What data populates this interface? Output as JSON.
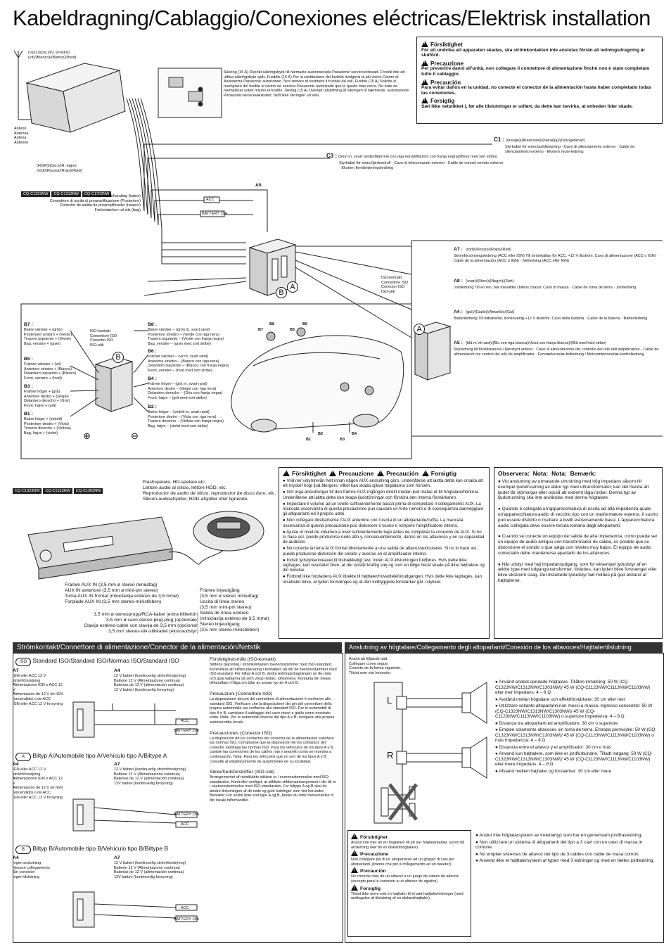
{
  "page": {
    "title": "Kabeldragning/Cablaggio/Conexiones eléctricas/Elektrisk installation"
  },
  "top_warning": {
    "items": [
      {
        "heading": "Försiktighet",
        "text": "För att undvika att apparaten skadas, ska strömkontakten inte anslutas förrän all ledningsdragning är slutförd."
      },
      {
        "heading": "Precauzione",
        "text": "Per prevenire danni all'unità, non collegare il connettore di alimentazione finché non è stato completato tutto il cablaggio."
      },
      {
        "heading": "Precaución",
        "text": "Para evitar daños en la unidad, no conecte el conector de la alimentación hasta haber completado todas las conexiones."
      },
      {
        "heading": "Forsigtig",
        "text": "Sæt ikke netstikket i, før alle tilslutninger er udført, da dette kan bevirke, at enheden lider skade."
      }
    ]
  },
  "main_diagram": {
    "antenna_labels": [
      "Antenn",
      "Antenna",
      "Antena",
      "Antenne"
    ],
    "top_wire_label": "(V)/(L)/(izq.)/(V, venstre) (vit)/(Bianco)/(Blanco)/(hvid)",
    "right_wire_label": "(H)/(R)/(Der.)/(H, højre) (röd)/(Rosso)/(Rojo)/(Rød)",
    "models": [
      "CQ-C1323NW",
      "CQ-C1313NW",
      "CQ-C1303NW"
    ],
    "preamp_lines": [
      "Förförstärkaruttag (bakre)",
      "Connettore di uscita di preamplificazione (Posteriore)",
      "Conector de salida de preamplificador (trasero)",
      "Forforstærker-ud stik (bag)"
    ],
    "fuse_text": "Säkring (15 A) Överlåt säkringsbyte till närmaste auktoriserade Panasonic serviceverkstad. Försök inte att utföra säkringsbyte själv. Fusibile (15 A) Per la sostituzione del fusibile rivolgersi al più vicino Centro di Assistenza Panasonic autorizzato. Non tentare di sostituire il fusibile da soli. Fusible (15 A) Solicite el reemplazo del fusible al centro de servicio Panasonic autorizado que le quede más cerca. No trate de reemplazar usted mismo el fusible. Sikring (15 A) Overlad udskiftning af sikringen til nærmeste, autoriserede Panasonic-serviceværksted. Skift ikke sikringen ud selv.",
    "c3_label": "C3 :",
    "c3_color": "(brun m. svart rand)/(Marrone con riga nera)/(Marrón con franja negra)/(Brun med sort stribe)",
    "c3_text": "Styrkabel för extra fjärrkontroll · Cavo di telecomando esterno · Cable de control remoto externo · Ekstern fjernbetjeningsledning",
    "c1_label": "C1 :",
    "c1_color": "(orange)/(Arancione)/(Naranja)/(Orangefarvet)",
    "c1_text": "Styrkabel för extra ljuddämpning · Cavo di silenziamento esterno · Cable de silenciamiento externo · Ekstern mute-ledning",
    "a5_label": "A5",
    "acc_label": "ACC",
    "battery_label": "BATTERY 15A",
    "iso_lines": [
      "ISO-kontakt",
      "Connettore ISO",
      "Conector ISO",
      "ISO-stik"
    ],
    "a7_label": "A7 :",
    "a7_color": "(röd)/(Rosso)/(Rojo)/(Rød)",
    "a7_text": "Strömförsörjningsledning (ACC eller IGN) Till strömkällan för ACC, +12 V likström. Cavo di alimentazione (ACC o IGN) · Cable de la alimentación (ACC o IGN) · Netledning (ACC eller IGN)",
    "a8_label": "A8 :",
    "a8_color": "(svart)/(Nero)/(Negro)/(Sort)",
    "a8_text": "Jordledning Till en ren, bar metalldel i bilens chassi. Cavo di massa · Cable de toma de tierra · Jordledning",
    "a4_label": "A4 :",
    "a4_color": "(gul)/(Giallo)/(Amarillo)/(Gul)",
    "a4_text": "Batteriledning Till bilbatteriet, kontinuerlig +12 V likström. Cavo della batteria · Cable de la batería · Batteriledning",
    "a5r_label": "A5 :",
    "a5r_color": "(blå m vit rand)/(Blu con riga bianca)/(Azul con franja blanca)/(Blå med hvid stribe)",
    "a5r_text": "Styrledning till förstärkarrelä / fjärrstyrd antenn · Cavo di alimentazione del controllo del relè dell'amplificatore · Cable de alimentación de control del relé de amplificador · Forstærkerrelæ-fedledning / Motorantennerelæ-kontrolledning",
    "a_left_label": "A",
    "b_label": "B",
    "b_side_labels": [
      {
        "code": "B7 :",
        "lines": [
          "Bakre vänster + (grön)",
          "Posteriore sinistro + (Verde)",
          "Trasero izquierdo + (Verde)",
          "Bag, venstre + (grøn)"
        ]
      },
      {
        "code": "B5 :",
        "lines": [
          "Främre vänster + (vit)",
          "Anteriore sinistro + (Bianco)",
          "Delantero izquierdo + (Blanco)",
          "Front, venstre + (hvid)"
        ]
      },
      {
        "code": "B3 :",
        "lines": [
          "Främre höger + (grå)",
          "Anteriore destro + (Grigio)",
          "Delantero derecho + (Gris)",
          "Front, højre + (grå)"
        ]
      },
      {
        "code": "B1 :",
        "lines": [
          "Bakre höger + (violett)",
          "Posteriore destro + (Viola)",
          "Trasero derecho + (Violeta)",
          "Bag, højre + (violet)"
        ]
      }
    ],
    "b_side_labels_right": [
      {
        "code": "B8 :",
        "lines": [
          "Bakre vänster – (grön m. svart rand)",
          "Posteriore sinistro – (Verde con riga nera)",
          "Trasero izquierdo – (Verde con franja negra)",
          "Bag, venstre – (grøn med sort stribe)"
        ]
      },
      {
        "code": "B6 :",
        "lines": [
          "Främre vänster – (vit m. svart rand)",
          "Anteriore sinistro – (Bianco con riga nera)",
          "Delantero izquierdo – (Blanco con franja negra)",
          "Front, venstre – (hvid med sort stribe)"
        ]
      },
      {
        "code": "B4 :",
        "lines": [
          "Främre höger – (grå m. svart rand)",
          "Anteriore destro – (Grigio con riga nera)",
          "Delantero derecho – (Gris con franja negra)",
          "Front, højre – (grå med sort stribe)"
        ]
      },
      {
        "code": "B2 :",
        "lines": [
          "Bakre höger – (violett m. svart rand)",
          "Posteriore destro – (Viola con riga nera)",
          "Trasero derecho – (Violeta con franja negra)",
          "Bag, højre – (violet med sort stribe)"
        ]
      }
    ],
    "car_speaker_labels": [
      "B7",
      "B8",
      "B5",
      "B6",
      "B1",
      "B2",
      "B3",
      "B4"
    ],
    "plus_symbol": "⊕",
    "minus_symbol": "⊖"
  },
  "aux_section": {
    "models": [
      "CQ-C1323NW",
      "CQ-C1313NW",
      "CQ-C1303NW"
    ],
    "player_lines": [
      "Flashspelare, HD-spelare etc.",
      "Lettore audio al silicio, lettore HDD, etc.",
      "Reproductor de audio de silicio, reproductor de disco duro, etc.",
      "Silicon-audioafspiller, HDD-afspiller eller lignende."
    ],
    "aux_in_lines": [
      "Främre AUX IN (3,5 mm ø stereo miniuttag)",
      "AUX IN anteriore (3,5 mm ø mini-pin stereo)",
      "Toma AUX IN frontal (miniclavija estéreo de 3,5 mmø)",
      "Forplade AUX IN (3,5 mm stereo-ministikben)"
    ],
    "jack_lines": [
      "Främre linjeutgång",
      "(3,5 mm ø stereo miniuttag)",
      "Uscita di linea stereo",
      "(3,5 mm mini-pin stereo)",
      "Salida de línea estéreo",
      "(miniclavija estéreo de 3,5 mmø)",
      "Stereo linjeudgang",
      "(3,5 mm stereo-ministikben)"
    ],
    "cable_lines": [
      "3,5 mm ø stereopropp/RCA-kabel (extra tillbehör)",
      "3,5 mm ø cavo stereo plug-plug (opzionale)",
      "Clavija estéreo-cable con clavija de 3,5 mm (opcional)",
      "3,5 mm stereo-stik-stikkabel (ekstraudstyr)"
    ]
  },
  "aux_warnings": {
    "headings": [
      "Försiktighet",
      "Precauzione",
      "Precaución",
      "Forsigtig"
    ],
    "bullets": [
      "Vrid ner volymnivån helt innan någon AUX-anslutning görs. Underlåtelse att iaktta detta kan orsaka att ett mycket högt ljud återgers, vilket kan skada själva högtalarna som hörseln.",
      "Gör inga anslutningar till den främre AUX-ingången direkt medan ljud matas ut till högtalare/hörlurar. Underlåtelse att iaktta detta kan skapa ljudstörningar och förstöra den interna förstärkaren.",
      "Impostare il volume ad un livello sufficientemente basso prima di completare il collegamento AUX. La mancata osservanza di questa precauzione può causare un forte rumore e di conseguenza danneggiare gli altoparlanti ed il proprio udito.",
      "Non collegare direttamente l'AUX anteriore con l'uscita di un altoparlante/cuffia. La mancata osservanza di questa precauzione può distorcere il suono e rompere l'amplificatore interno.",
      "Ajuste el nivel de volumen a nivel suficientemente bajo antes de completar la conexión de AUX. Si no lo hace así, puede producirse ruido alto y, consecuentemente, daños en los altavoces y en su capacidad de audición.",
      "No conecte la toma AUX frontal directamente a una salida de altavoz/auriculares. Si no lo hace así, puede producirse distorsión del sonido y averías en el amplificador interno.",
      "Indstil lydstyrkeniveauet til tilstrækkeligt lavt, inden AUX-tilslutningen fuldføres. Hvis dette ikke iagttages, kan resultatet blive, at der opstår kraftig støj og som en følge heraf skade på dine højttalere og din hørelse.",
      "Forbind ikke forpladens AUX direkte til højttaler/hovedtelefonudgangen. Hvis dette ikke iagttages, kan resultatet blive, at lyden forvrænges og at den indbyggede forstærker går i stykker."
    ]
  },
  "aux_notes": {
    "headings": [
      "Observera:",
      "Nota:",
      "Nota:",
      "Bemærk:"
    ],
    "bullets": [
      "Vid anslutning av utmatande utrustning med hög impedans såsom till exempel ljudutrustning av äldre typ med utfransformator, kan det hända att ljudet får störningar eller också att extremt låga nivåer. Denna typ av ljudutrustning ska inte användas med denna högtalare.",
      "Quando è collegata un'apparecchiatura di uscita ad alta impedenza quale un'apparecchiatura audio di vecchio tipo con un trasformatore esterno, il suono può essere distorto o risultare a livelli estremamente bassi. L'apparecchiatura audio collegata deve essere tenuta lontana dagli altoparlanti.",
      "Cuando se conecte un equipo de salida de alta impedancia, como pueda ser un equipo de audio antiguo con transformador de salida, es posible que se distorsione el sonido o que salga con niveles muy bajos. El equipo de audio conectado debe mantenerse apartado de los altavoces.",
      "Når udstyr med høj impedansudgang, som for eksempel lydudstyr af en ældre type med udgangstransformer, tilsluttes, kan lyden blive forvrænget eller blive ekstremt svag. Det tilsluttede lydudstyr bør holdes på god afstand af højttalerne."
    ]
  },
  "power_section": {
    "banner": "Strömkontakt/Connettore di alimentazione/Conector de la alimentación/Netstik",
    "std_iso": "Standard ISO/Standard ISO/Normas ISO/Standard ISO",
    "type_a": "Biltyp A/Automobile tipo A/Vehículo tipo A/Biltype A",
    "type_b": "Biltyp B/Automobile tipo B/Vehículo tipo B/Biltype B",
    "a7": "A7",
    "a4": "A4",
    "std_a7_lines": [
      "IGN eller ACC 12 V strömförsörjning",
      "Alimentazione IGN o ACC 12 V",
      "Alimentación de 12 V de IGN (encendido) o de ACC",
      "IGN eller ACC 12 V forsyning"
    ],
    "std_a4_lines": [
      "12 V batteri (kontinuerlig strömförsörjning)",
      "Batterie 12 V (Alimentazione continua)",
      "Baterías de 12 V (alimentación continua)",
      "12 V batteri (kontinuerlig forsyning)"
    ],
    "a_a4_lines": [
      "IGN eller ACC 12 V strömförsörjning",
      "Alimentazione IGN o ACC 12 V",
      "Alimentación de 12 V de IGN (encendido) o de ACC",
      "IGN eller ACC 12 V forsyning"
    ],
    "a_a7_lines": [
      "12 V batteri (kontinuerlig strömförsörjning)",
      "Batterie 12 V (Alimentazione continua)",
      "Baterías de 12 V (alimentación continua)",
      "12V batteri (kontinuerlig forsyning)"
    ],
    "b_a4_lines": [
      "Ingen anslutning",
      "Nessun collegamento",
      "Sin conexión",
      "Ingen tilslutning"
    ],
    "b_a7_lines": [
      "12 V batteri (kontinuerlig strömförsörjning)",
      "Batterie 12 V (Alimentazione continua)",
      "Baterías de 12 V (alimentación continua)",
      "12V batteri (kontinuerlig forsyning)"
    ],
    "acc": "ACC",
    "battery": "BATTERY 15A",
    "iso_notes": [
      {
        "title": "Försiktighetsmått (ISO-kontakt)",
        "text": "Stiftens placering i strömkontakten överensstämmer med ISO-standard. Kontrollera att stiften placering i kontakten på din bil överensstämmer med ISO-standard. För biltyp A och B, ändra ledningsdragningen av de röda och gula kablarna så som visas nedan. Observera: Kontakta din lokala bilhandlare i fråga om bilar av annan typ än A och B."
      },
      {
        "title": "Precauzioni (Connettore ISO)",
        "text": "La disposizione dei pin del connettore di alimentazione è conforme allo standard ISO. Verificare che la disposizione dei pin del connettore della propria automobile sia conforme allo standard ISO. Per le automobili di tipo A e B, cambiare il cablaggio del cavo rosso e giallo come mostrato sotto. Nota: Per le automobili diverse dal tipo A e B, rivolgersi alla propria autorivendita locale."
      },
      {
        "title": "Precauciones (Conector ISO)",
        "text": "La disposición de los contactos del conector de la alimentación satisface las normas ISO. Compruebe que la disposición de los contactos del conector satisfaga las normas ISO. Para los vehículos de los tipos A y B, cambie las conexiones de los cables rojo y amarillo como se muestra a continuación. Nota: Para los vehículos que no son de los tipos A y B, consulte al establecimiento de automóviles de su localidad."
      },
      {
        "title": "Sikkerhedsforskrifter (ISO-stik)",
        "text": "Arrangementet af netstikkets stikben er i overensstemmelse med ISO-standarden. Kontroller venligst, at stikkets stikbensarrangement i din bil er i overensstemmelse med ISO-standarden. For biltype A og B skal du ændre tilslutningen af de røde og gule ledninger som vist herunder. Bemærk: For andre biler end type A og B, bedes du rette henvendelse til din lokale bilforhandler."
      }
    ]
  },
  "speaker_section": {
    "banner": "Anslutning av högtalare/Collegamento degli altoparlanti/Conexión de los altavoces/Højttalertilslutning",
    "intro_lines": [
      "Anslut på följande sätt.",
      "Collegare come segue.",
      "Conecte de la forma siguiente.",
      "Tilslut som vist herunder."
    ],
    "l": "L",
    "r": "R",
    "bullets": [
      "Använd endast ojordade högtalare. Tillåten inmatning: 50 W (CQ-C1323NW/C1313NW/C1303NW)/ 45 W (CQ-C1123NW/C1113NW/C1103NW) eller mer Impedans: 4 – 8 Ω",
      "Avstånd mellan högtalare och effektförstärkare: 30 cm eller mer",
      "Utilizzare soltanto altoparlanti non messi a massa. Ingresso consentito: 50 W (CQ-C1323NW/C1313NW/C1303NW)/ 45 W (CQ-C1123NW/C1113NW/C1103NW) o superiore Impedenza: 4 – 8 Ω",
      "Distanza tra altoparlanti ed amplificatore: 30 cm o superiore",
      "Emplee solamente altavoces sin toma de tierra. Entrada permisible: 50 W (CQ-C1323NW/C1313NW/C1303NW)/ 45 W (CQ-C1123NW/C1113NW/C1103NW) o más Impedancia: 4 – 8 Ω",
      "Distancia entre el altavoz y el amplificador: 30 cm o más",
      "Anvend kun højttalere, som ikke er jordforbundne. Tilladt indgang: 50 W (CQ-C1323NW/C1313NW/C1303NW)/ 45 W (CQ-C1123NW/C1113NW/C1103NW) eller mere Impedans: 4 – 8 Ω",
      "Afstand mellem højttaler og forstærker: 30 cm eller mere"
    ],
    "warn_blocks": [
      {
        "heading": "Försiktighet",
        "text": "Anslut inte mer än en högtalare till ett par högtalarkablar. (utom då anslutning sker till en diskanthögtalare)"
      },
      {
        "heading": "Precauzione",
        "text": "Non collegare più di un altoparlante ad un gruppo di cavi per altoparlanti. (tranne che per il collegamento ad un tweeter)"
      },
      {
        "heading": "Precaución",
        "text": "No conecte más de un altavoz a un juego de cables de altavoz. (excepto para la conexión a un altavoz de agudos)"
      },
      {
        "heading": "Forsigtig",
        "text": "Tilslut ikke mere end en højttaler til et sæt højttalerledninger (med undtagelse af tilslutning af en diskanthøjttaler)."
      }
    ],
    "right_bullets": [
      "Anslut inte högtalarsystem av treledartyp som har en gemensam jordfrasledning.",
      "Non utilizzare un sistema di altoparlanti del tipo a 3 cavi con un cavo di massa in comune.",
      "No emplee sistemas de altavoz del tipo de 3 cables con cable de masa común.",
      "Anvend ikke et højttalersystem af typen med 3 ledninger og med en fælles jordledning."
    ]
  }
}
